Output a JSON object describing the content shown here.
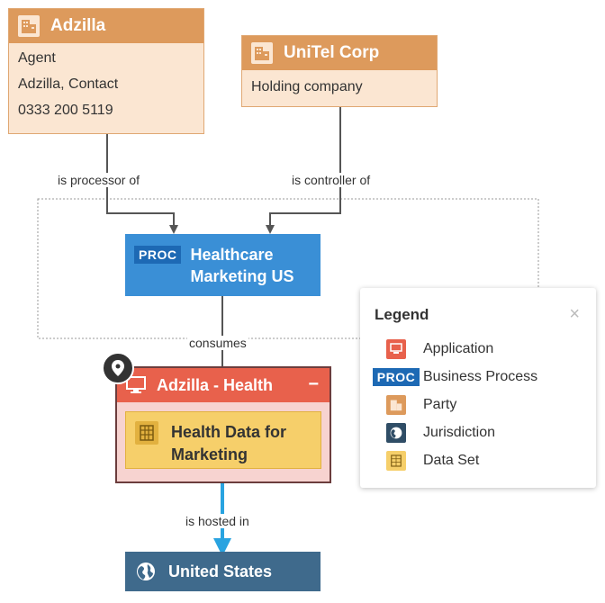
{
  "nodes": {
    "adzilla": {
      "title": "Adzilla",
      "lines": [
        "Agent",
        "Adzilla, Contact",
        "0333 200 5119"
      ],
      "icon": "building-icon"
    },
    "unitel": {
      "title": "UniTel Corp",
      "lines": [
        "Holding company"
      ],
      "icon": "building-icon"
    },
    "process": {
      "badge": "PROC",
      "title_line1": "Healthcare",
      "title_line2": "Marketing US"
    },
    "application": {
      "title": "Adzilla - Health",
      "collapse": "−",
      "icon": "monitor-icon"
    },
    "dataset": {
      "title_line1": "Health Data for",
      "title_line2": "Marketing",
      "icon": "dataset-icon"
    },
    "jurisdiction": {
      "title": "United States",
      "icon": "globe-icon"
    }
  },
  "edges": {
    "processor": "is processor of",
    "controller": "is controller of",
    "consumes": "consumes",
    "hosted": "is hosted in"
  },
  "legend": {
    "title": "Legend",
    "close": "×",
    "items": [
      {
        "label": "Application",
        "color": "#e8614c"
      },
      {
        "label": "Business Process",
        "badge": "PROC",
        "color": "#1d69b4"
      },
      {
        "label": "Party",
        "color": "#dd9a5c"
      },
      {
        "label": "Jurisdiction",
        "color": "#2f4d66"
      },
      {
        "label": "Data Set",
        "color": "#f6cf6a"
      }
    ]
  },
  "colors": {
    "party": "#dd9a5c",
    "process": "#3a8fd6",
    "application": "#e8614c",
    "dataset": "#f6cf6a",
    "jurisdiction": "#3f6a8c",
    "hosted_edge": "#29a3e0"
  }
}
